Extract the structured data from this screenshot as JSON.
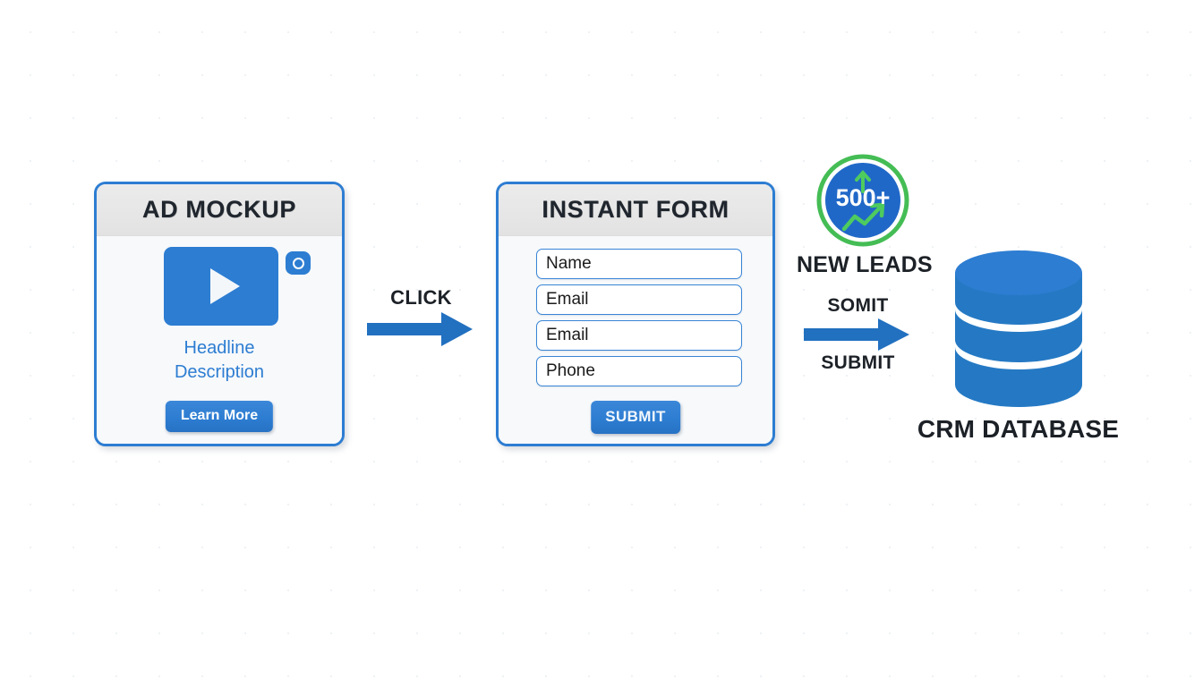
{
  "colors": {
    "brand_blue": "#2d7dd2",
    "arrow_blue": "#2270c0",
    "ring_green": "#45bd55",
    "badge_blue": "#2068c8",
    "text_dark": "#1c2127",
    "card_bg": "#f7f9fb",
    "header_bg": "#e8e8e8",
    "page_bg": "#ffffff"
  },
  "ad_card": {
    "title": "AD MOCKUP",
    "video_icon": "play-button-icon",
    "camera_badge_icon": "camera-lens-icon",
    "headline": "Headline",
    "description": "Description",
    "cta_label": "Learn More"
  },
  "click_arrow": {
    "label": "CLICK",
    "icon": "right-arrow-icon"
  },
  "form_card": {
    "title": "INSTANT FORM",
    "fields": [
      {
        "name": "name-field",
        "placeholder": "Name",
        "value": "Name"
      },
      {
        "name": "email-field-1",
        "placeholder": "Email",
        "value": "Email"
      },
      {
        "name": "email-field-2",
        "placeholder": "Email",
        "value": "Email"
      },
      {
        "name": "phone-field",
        "placeholder": "Phone",
        "value": "Phone"
      }
    ],
    "submit_label": "SUBMIT"
  },
  "leads_badge": {
    "count": "500+",
    "label": "NEW LEADS",
    "up_arrow_icon": "trend-up-arrow-icon",
    "trend_icon": "trend-line-icon"
  },
  "submit_arrow": {
    "label_top": "SOMIT",
    "label_bottom": "SUBMIT",
    "icon": "right-arrow-icon"
  },
  "crm": {
    "label": "CRM DATABASE",
    "icon": "database-cylinder-icon"
  }
}
